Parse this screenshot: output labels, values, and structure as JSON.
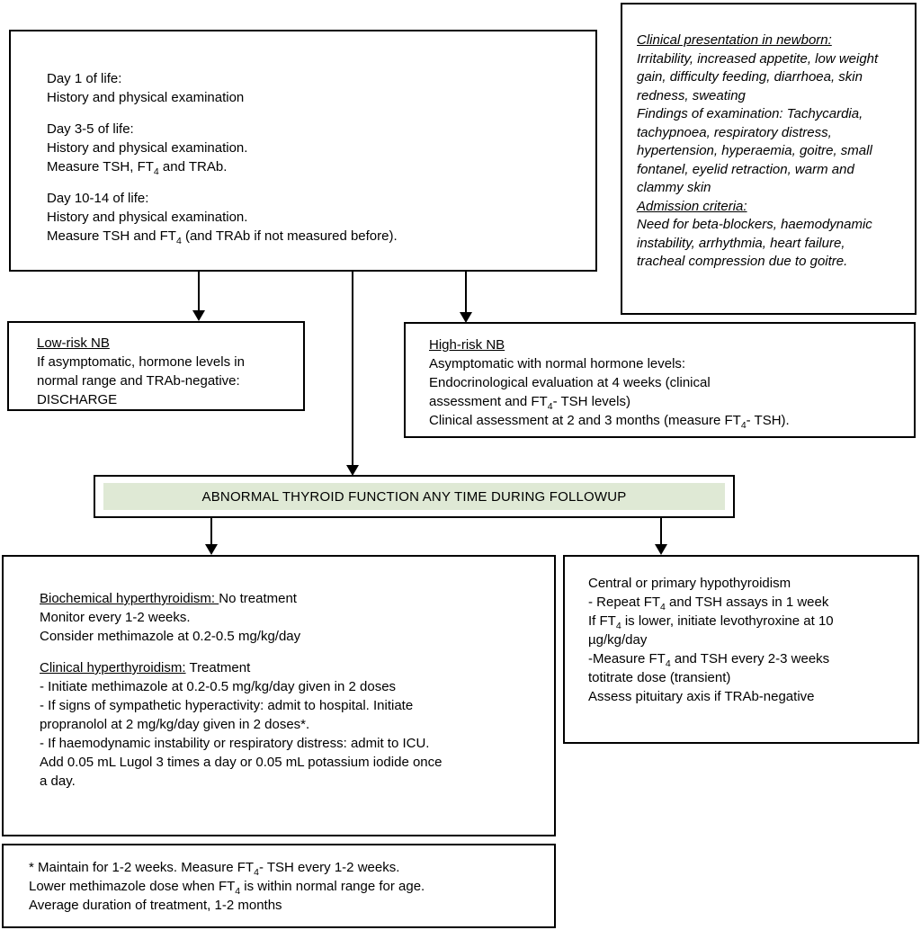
{
  "colors": {
    "banner_fill": "#dfe9d5",
    "line_color": "#000000",
    "background": "#ffffff"
  },
  "boxes": {
    "protocol": {
      "paragraphs": [
        [
          [
            "Day 1 of life:"
          ],
          [
            "History and physical examination"
          ]
        ],
        [
          [
            "Day 3-5 of life:"
          ],
          [
            "History and physical examination."
          ],
          [
            "Measure TSH, FT",
            {
              "t": "4",
              "sub": true
            },
            " and TRAb."
          ]
        ],
        [
          [
            "Day 10-14 of life:"
          ],
          [
            "History and physical examination."
          ],
          [
            "Measure TSH and FT",
            {
              "t": "4",
              "sub": true
            },
            " (and TRAb if not measured before)."
          ]
        ]
      ]
    },
    "clinical": {
      "paragraphs": [
        [
          [
            {
              "t": "Clinical presentation in newborn:",
              "u": true
            }
          ],
          [
            "Irritability, increased appetite, low weight"
          ],
          [
            "gain, difficulty feeding, diarrhoea, skin"
          ],
          [
            "redness, sweating"
          ],
          [
            "Findings of examination: Tachycardia,"
          ],
          [
            "tachypnoea, respiratory distress,"
          ],
          [
            "hypertension, hyperaemia, goitre, small"
          ],
          [
            "fontanel, eyelid retraction, warm and"
          ],
          [
            "clammy skin"
          ],
          [
            {
              "t": "Admission criteria:",
              "u": true
            }
          ],
          [
            "Need for beta-blockers, haemodynamic"
          ],
          [
            "instability, arrhythmia, heart failure,"
          ],
          [
            "tracheal compression due to goitre."
          ]
        ]
      ]
    },
    "low_risk": {
      "paragraphs": [
        [
          [
            {
              "t": "Low-risk NB",
              "u": true
            }
          ],
          [
            "If asymptomatic, hormone levels in"
          ],
          [
            "normal range and TRAb-negative:"
          ],
          [
            "DISCHARGE"
          ]
        ]
      ]
    },
    "high_risk": {
      "paragraphs": [
        [
          [
            {
              "t": "High-risk NB",
              "u": true
            }
          ],
          [
            "Asymptomatic with normal hormone levels:"
          ],
          [
            "Endocrinological evaluation at 4 weeks (clinical"
          ],
          [
            "assessment and FT",
            {
              "t": "4",
              "sub": true
            },
            "- TSH levels)"
          ],
          [
            "Clinical assessment at 2 and 3 months (measure FT",
            {
              "t": "4",
              "sub": true
            },
            "- TSH)."
          ]
        ]
      ]
    },
    "banner": {
      "label": "ABNORMAL THYROID FUNCTION ANY TIME DURING FOLLOWUP"
    },
    "hyperthyroidism": {
      "paragraphs": [
        [
          [
            {
              "t": "Biochemical hyperthyroidism: ",
              "u": true
            },
            "No treatment"
          ],
          [
            "Monitor every 1-2 weeks."
          ],
          [
            "Consider methimazole at 0.2-0.5 mg/kg/day"
          ]
        ],
        [
          [
            {
              "t": "Clinical hyperthyroidism:",
              "u": true
            },
            " Treatment"
          ],
          [
            "- Initiate methimazole at 0.2-0.5 mg/kg/day given in 2 doses"
          ],
          [
            "- If signs of sympathetic hyperactivity:  admit to hospital. Initiate"
          ],
          [
            "propranolol at 2 mg/kg/day given in 2 doses*."
          ],
          [
            "- If haemodynamic instability or respiratory distress: admit to ICU."
          ],
          [
            "Add 0.05 mL Lugol 3 times a day or 0.05 mL potassium iodide once"
          ],
          [
            "a day."
          ]
        ]
      ]
    },
    "hypothyroidism": {
      "paragraphs": [
        [
          [
            "Central or primary hypothyroidism"
          ],
          [
            "- Repeat FT",
            {
              "t": "4",
              "sub": true
            },
            " and TSH assays in 1 week"
          ],
          [
            "If FT",
            {
              "t": "4",
              "sub": true
            },
            " is lower, initiate levothyroxine at 10"
          ],
          [
            "µg/kg/day"
          ],
          [
            "-Measure FT",
            {
              "t": "4",
              "sub": true
            },
            " and TSH every 2-3 weeks"
          ],
          [
            "totitrate dose (transient)"
          ],
          [
            "Assess pituitary axis if TRAb-negative"
          ]
        ]
      ]
    },
    "footnote": {
      "paragraphs": [
        [
          [
            "* Maintain for 1-2 weeks. Measure FT",
            {
              "t": "4",
              "sub": true
            },
            "- TSH every 1-2 weeks."
          ],
          [
            "Lower methimazole dose when FT",
            {
              "t": "4",
              "sub": true
            },
            " is within normal range for age."
          ],
          [
            "Average duration of treatment, 1-2 months"
          ]
        ]
      ]
    }
  }
}
